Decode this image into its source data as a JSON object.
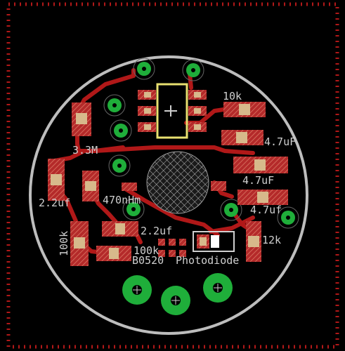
{
  "colors": {
    "background": "#000000",
    "board_outline": "#bdbdbd",
    "trace": "#b01818",
    "pad_copper": "#b42a2a",
    "pad_tan": "#d7b98b",
    "via_green": "#1fae3a",
    "silkscreen": "#cfcfcf",
    "ic_outline": "#e8e070",
    "frame_dots": "#b01818"
  },
  "labels": {
    "r_10k": "10k",
    "c_4_7uF_a": "4.7uF",
    "r_3_3M": "3.3M",
    "c_4_7uF_b": "4.7uF",
    "c_2_2uf_left": "2.2uf",
    "l_470nhm": "470nHm",
    "c_4_7uf_c": "4.7uf",
    "r_100k_left": "100k",
    "c_2_2uf_mid": "2.2uf",
    "r_12k": "12k",
    "r_100k_bottom": "100k",
    "part_code": "B0520",
    "photodiode": "Photodiode"
  },
  "icons": {
    "ic": "dual-inline-ic-icon",
    "sensor": "hatched-sensor-icon",
    "via": "via-hole-icon",
    "mount": "mounting-pad-icon"
  }
}
